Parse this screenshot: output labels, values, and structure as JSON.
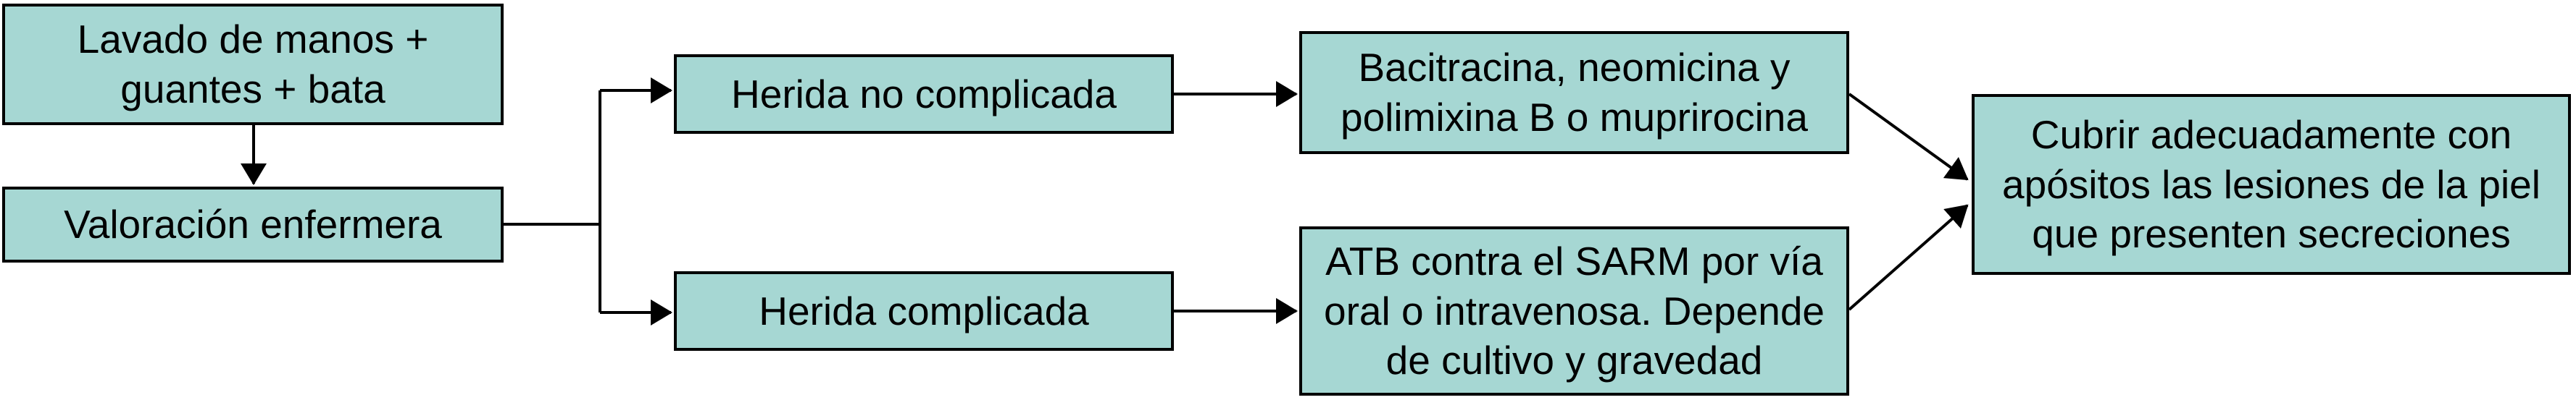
{
  "diagram": {
    "type": "flowchart",
    "language": "es",
    "colors": {
      "background": "#ffffff",
      "node_fill": "#a6d7d3",
      "node_border": "#000000",
      "connector": "#000000",
      "text": "#000000"
    },
    "nodes": [
      {
        "id": "lavado",
        "label": "Lavado de manos + guantes + bata"
      },
      {
        "id": "valoracion",
        "label": "Valoración enfermera"
      },
      {
        "id": "herida-no-complicada",
        "label": "Herida no complicada"
      },
      {
        "id": "herida-complicada",
        "label": "Herida complicada"
      },
      {
        "id": "bacitracina",
        "label": "Bacitracina, neomicina y polimixina B o muprirocina"
      },
      {
        "id": "atb-sarm",
        "label": "ATB contra el SARM por vía oral o intravenosa. Depende de cultivo y gravedad"
      },
      {
        "id": "cubrir",
        "label": "Cubrir adecuadamente con apósitos las lesiones de la piel que presenten secreciones"
      }
    ],
    "edges": [
      {
        "from": "lavado",
        "to": "valoracion"
      },
      {
        "from": "valoracion",
        "to": "herida-no-complicada"
      },
      {
        "from": "valoracion",
        "to": "herida-complicada"
      },
      {
        "from": "herida-no-complicada",
        "to": "bacitracina"
      },
      {
        "from": "herida-complicada",
        "to": "atb-sarm"
      },
      {
        "from": "bacitracina",
        "to": "cubrir"
      },
      {
        "from": "atb-sarm",
        "to": "cubrir"
      }
    ]
  }
}
